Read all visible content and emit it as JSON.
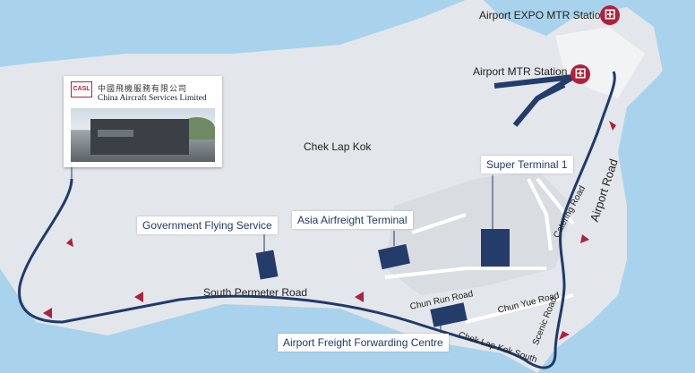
{
  "map": {
    "place_label": "Chek Lap Kok",
    "stations": [
      {
        "name": "Airport EXPO MTR Station",
        "icon": "mtr-logo-icon"
      },
      {
        "name": "Airport MTR Station",
        "icon": "mtr-logo-icon"
      }
    ],
    "callouts": {
      "super_terminal": "Super Terminal 1",
      "asia_airfreight": "Asia Airfreight Terminal",
      "gov_flying": "Government Flying Service",
      "freight_forwarding": "Airport Freight Forwarding Centre"
    },
    "roads": {
      "south_perimeter": "South Permeter Road",
      "airport_road": "Airport Road",
      "catering": "Catering Road",
      "chun_run": "Chun Run Road",
      "chun_yue": "Chun Yue Road",
      "scenic": "Scenic Road",
      "chek_lap_kok_south": "Chek Lap Kok South"
    },
    "company": {
      "logo_text": "CASL",
      "name_cn": "中國飛機服務有限公司",
      "name_en": "China Aircraft Services Limited"
    },
    "colors": {
      "sea": "#a9d3ec",
      "land": "#e3e6ea",
      "route": "#1f3a6b",
      "building": "#243c6a",
      "arrow": "#b0203a",
      "mtr": "#b0203a"
    }
  }
}
